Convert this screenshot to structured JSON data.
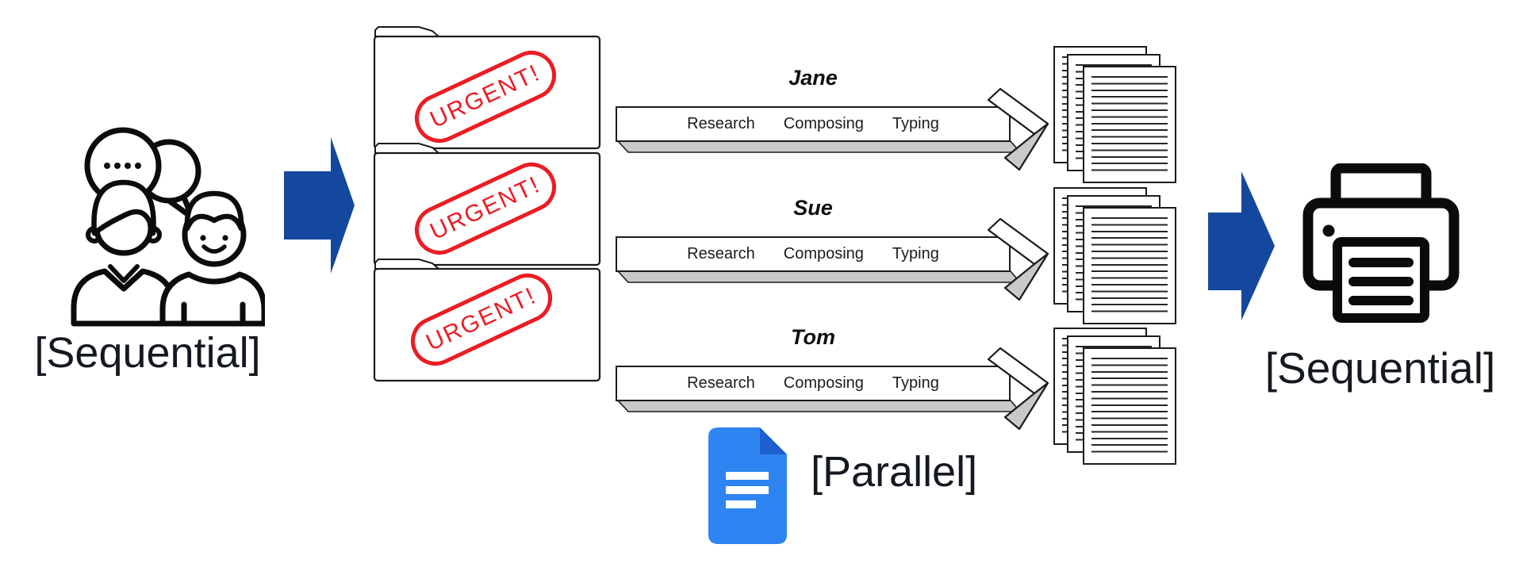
{
  "diagram": {
    "left_label": "[Sequential]",
    "right_label": "[Sequential]",
    "parallel_label": "[Parallel]",
    "stamp_text": "URGENT!",
    "workers": [
      {
        "name": "Jane",
        "stages": [
          "Research",
          "Composing",
          "Typing"
        ]
      },
      {
        "name": "Sue",
        "stages": [
          "Research",
          "Composing",
          "Typing"
        ]
      },
      {
        "name": "Tom",
        "stages": [
          "Research",
          "Composing",
          "Typing"
        ]
      }
    ],
    "icons": {
      "people": "two-people-talking-icon",
      "speech": "speech-bubbles-icon",
      "folder": "folder-icon",
      "documents": "document-stack-icon",
      "docs_app": "google-docs-icon",
      "printer": "printer-icon"
    },
    "colors": {
      "arrow_blue": "#14489E",
      "stamp_red": "#EC1C24",
      "docs_blue": "#2E85F1",
      "docs_fold_blue": "#1C60CF",
      "shadow_gray": "#C9C9C9",
      "line_black": "#1a1a1a"
    }
  }
}
